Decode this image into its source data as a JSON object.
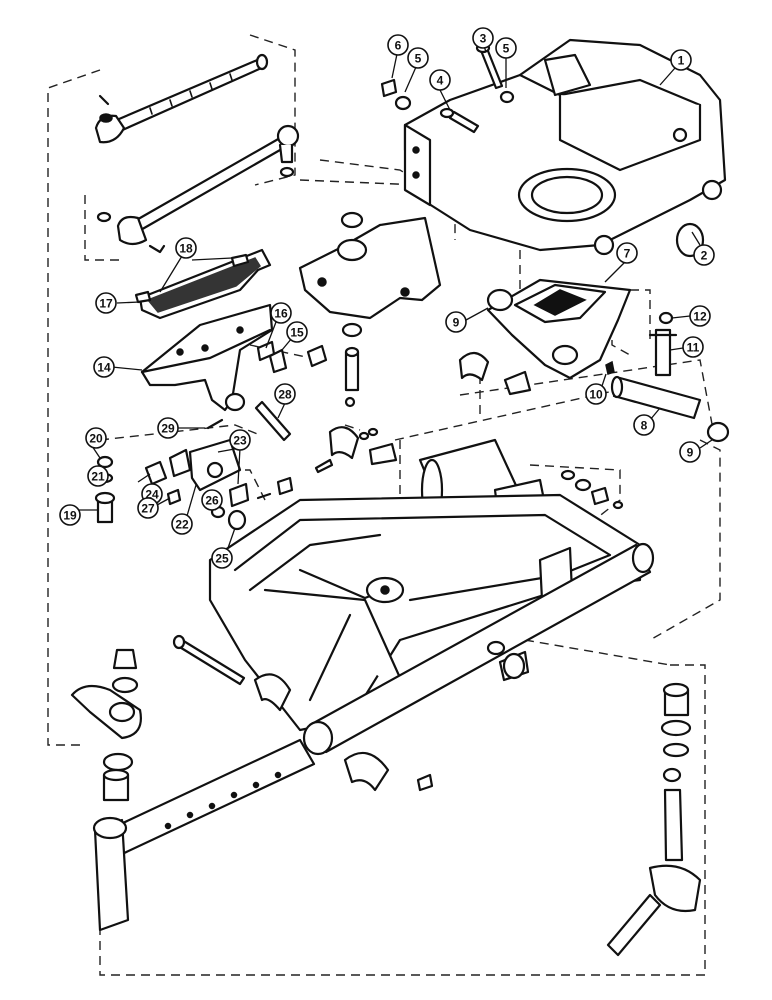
{
  "diagram": {
    "callouts": [
      "1",
      "2",
      "3",
      "4",
      "5",
      "5",
      "6",
      "7",
      "8",
      "9",
      "9",
      "10",
      "11",
      "12",
      "14",
      "15",
      "16",
      "17",
      "18",
      "19",
      "20",
      "21",
      "22",
      "23",
      "24",
      "25",
      "26",
      "27",
      "28",
      "29"
    ]
  }
}
